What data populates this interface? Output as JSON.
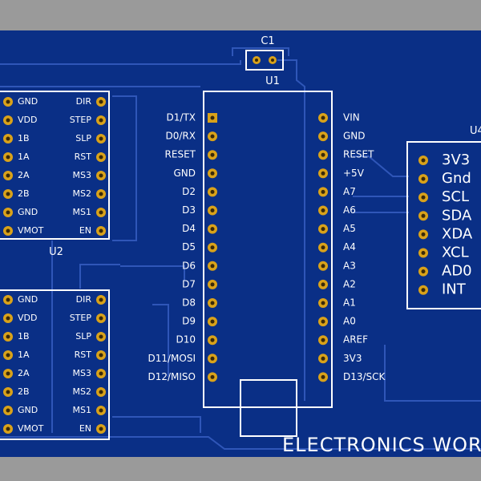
{
  "colors": {
    "background": "#9a9a9a",
    "board": "#0a2f86",
    "trace": "#2f56b8",
    "silkscreen": "#ffffff",
    "pad": "#d9a21a",
    "hole": "#3a2a08"
  },
  "c1": {
    "ref": "C1"
  },
  "u1": {
    "ref": "U1",
    "left_pins": [
      "D1/TX",
      "D0/RX",
      "RESET",
      "GND",
      "D2",
      "D3",
      "D4",
      "D5",
      "D6",
      "D7",
      "D8",
      "D9",
      "D10",
      "D11/MOSI",
      "D12/MISO"
    ],
    "right_pins": [
      "VIN",
      "GND",
      "RESET",
      "+5V",
      "A7",
      "A6",
      "A5",
      "A4",
      "A3",
      "A2",
      "A1",
      "A0",
      "AREF",
      "3V3",
      "D13/SCK"
    ]
  },
  "u2": {
    "ref": "U2",
    "left_pins": [
      "GND",
      "VDD",
      "1B",
      "1A",
      "2A",
      "2B",
      "GND",
      "VMOT"
    ],
    "right_pins": [
      "DIR",
      "STEP",
      "SLP",
      "RST",
      "MS3",
      "MS2",
      "MS1",
      "EN"
    ]
  },
  "u3": {
    "left_pins": [
      "GND",
      "VDD",
      "1B",
      "1A",
      "2A",
      "2B",
      "GND",
      "VMOT"
    ],
    "right_pins": [
      "DIR",
      "STEP",
      "SLP",
      "RST",
      "MS3",
      "MS2",
      "MS1",
      "EN"
    ]
  },
  "u4": {
    "ref": "U4",
    "pins": [
      "3V3",
      "Gnd",
      "SCL",
      "SDA",
      "XDA",
      "XCL",
      "AD0",
      "INT"
    ]
  },
  "board_text": "ELECTRONICS WOR"
}
